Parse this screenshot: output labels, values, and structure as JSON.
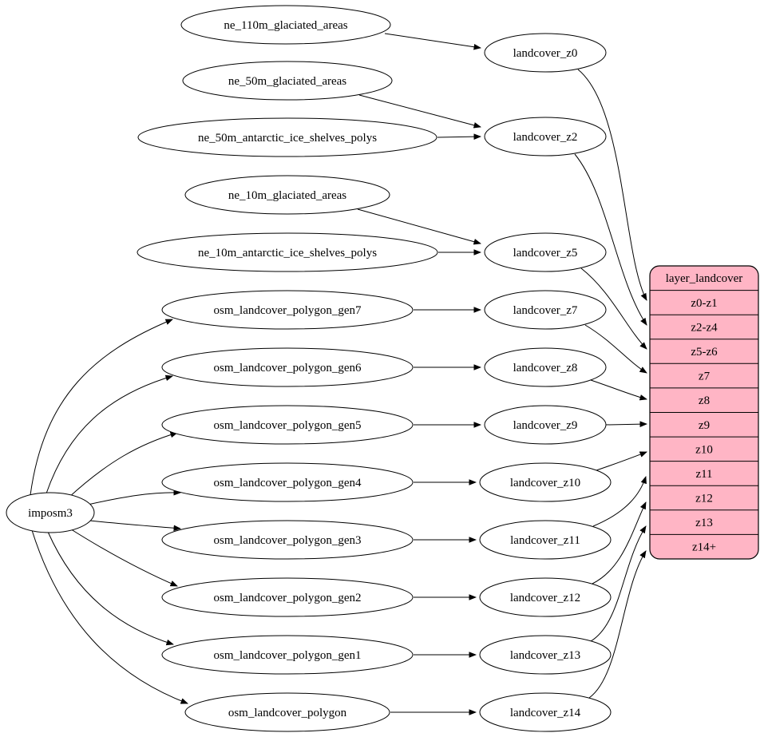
{
  "colors": {
    "table_fill": "#ffb5c5",
    "node_fill": "#ffffff",
    "edge": "#000000",
    "background": "#ffffff"
  },
  "imposm3": {
    "label": "imposm3"
  },
  "sources": [
    {
      "label": "ne_110m_glaciated_areas"
    },
    {
      "label": "ne_50m_glaciated_areas"
    },
    {
      "label": "ne_50m_antarctic_ice_shelves_polys"
    },
    {
      "label": "ne_10m_glaciated_areas"
    },
    {
      "label": "ne_10m_antarctic_ice_shelves_polys"
    },
    {
      "label": "osm_landcover_polygon_gen7"
    },
    {
      "label": "osm_landcover_polygon_gen6"
    },
    {
      "label": "osm_landcover_polygon_gen5"
    },
    {
      "label": "osm_landcover_polygon_gen4"
    },
    {
      "label": "osm_landcover_polygon_gen3"
    },
    {
      "label": "osm_landcover_polygon_gen2"
    },
    {
      "label": "osm_landcover_polygon_gen1"
    },
    {
      "label": "osm_landcover_polygon"
    }
  ],
  "stages": [
    {
      "label": "landcover_z0"
    },
    {
      "label": "landcover_z2"
    },
    {
      "label": "landcover_z5"
    },
    {
      "label": "landcover_z7"
    },
    {
      "label": "landcover_z8"
    },
    {
      "label": "landcover_z9"
    },
    {
      "label": "landcover_z10"
    },
    {
      "label": "landcover_z11"
    },
    {
      "label": "landcover_z12"
    },
    {
      "label": "landcover_z13"
    },
    {
      "label": "landcover_z14"
    }
  ],
  "table": {
    "title": "layer_landcover",
    "rows": [
      {
        "label": "z0-z1"
      },
      {
        "label": "z2-z4"
      },
      {
        "label": "z5-z6"
      },
      {
        "label": "z7"
      },
      {
        "label": "z8"
      },
      {
        "label": "z9"
      },
      {
        "label": "z10"
      },
      {
        "label": "z11"
      },
      {
        "label": "z12"
      },
      {
        "label": "z13"
      },
      {
        "label": "z14+"
      }
    ]
  },
  "edges": [
    {
      "from": "imposm3",
      "to": "osm_landcover_polygon_gen7"
    },
    {
      "from": "imposm3",
      "to": "osm_landcover_polygon_gen6"
    },
    {
      "from": "imposm3",
      "to": "osm_landcover_polygon_gen5"
    },
    {
      "from": "imposm3",
      "to": "osm_landcover_polygon_gen4"
    },
    {
      "from": "imposm3",
      "to": "osm_landcover_polygon_gen3"
    },
    {
      "from": "imposm3",
      "to": "osm_landcover_polygon_gen2"
    },
    {
      "from": "imposm3",
      "to": "osm_landcover_polygon_gen1"
    },
    {
      "from": "imposm3",
      "to": "osm_landcover_polygon"
    },
    {
      "from": "ne_110m_glaciated_areas",
      "to": "landcover_z0"
    },
    {
      "from": "ne_50m_glaciated_areas",
      "to": "landcover_z2"
    },
    {
      "from": "ne_50m_antarctic_ice_shelves_polys",
      "to": "landcover_z2"
    },
    {
      "from": "ne_10m_glaciated_areas",
      "to": "landcover_z5"
    },
    {
      "from": "ne_10m_antarctic_ice_shelves_polys",
      "to": "landcover_z5"
    },
    {
      "from": "osm_landcover_polygon_gen7",
      "to": "landcover_z7"
    },
    {
      "from": "osm_landcover_polygon_gen6",
      "to": "landcover_z8"
    },
    {
      "from": "osm_landcover_polygon_gen5",
      "to": "landcover_z9"
    },
    {
      "from": "osm_landcover_polygon_gen4",
      "to": "landcover_z10"
    },
    {
      "from": "osm_landcover_polygon_gen3",
      "to": "landcover_z11"
    },
    {
      "from": "osm_landcover_polygon_gen2",
      "to": "landcover_z12"
    },
    {
      "from": "osm_landcover_polygon_gen1",
      "to": "landcover_z13"
    },
    {
      "from": "osm_landcover_polygon",
      "to": "landcover_z14"
    },
    {
      "from": "landcover_z0",
      "to": "layer_landcover:z0-z1"
    },
    {
      "from": "landcover_z2",
      "to": "layer_landcover:z2-z4"
    },
    {
      "from": "landcover_z5",
      "to": "layer_landcover:z5-z6"
    },
    {
      "from": "landcover_z7",
      "to": "layer_landcover:z7"
    },
    {
      "from": "landcover_z8",
      "to": "layer_landcover:z8"
    },
    {
      "from": "landcover_z9",
      "to": "layer_landcover:z9"
    },
    {
      "from": "landcover_z10",
      "to": "layer_landcover:z10"
    },
    {
      "from": "landcover_z11",
      "to": "layer_landcover:z11"
    },
    {
      "from": "landcover_z12",
      "to": "layer_landcover:z12"
    },
    {
      "from": "landcover_z13",
      "to": "layer_landcover:z13"
    },
    {
      "from": "landcover_z14",
      "to": "layer_landcover:z14+"
    }
  ]
}
